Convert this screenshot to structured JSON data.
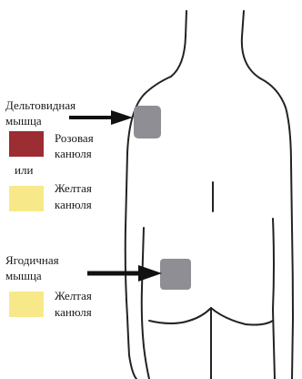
{
  "deltoid": {
    "label_line1": "Дельтовидная",
    "label_line2": "мышца",
    "option1": {
      "line1": "Розовая",
      "line2": "канюля",
      "color": "#9b2d33"
    },
    "or_text": "или",
    "option2": {
      "line1": "Желтая",
      "line2": "канюля",
      "color": "#f7e98a"
    }
  },
  "gluteal": {
    "label_line1": "Ягодичная",
    "label_line2": "мышца",
    "option1": {
      "line1": "Желтая",
      "line2": "канюля",
      "color": "#f7e98a"
    }
  },
  "colors": {
    "injection_site": "#8e8e94",
    "outline": "#222222",
    "arrow": "#111111"
  }
}
